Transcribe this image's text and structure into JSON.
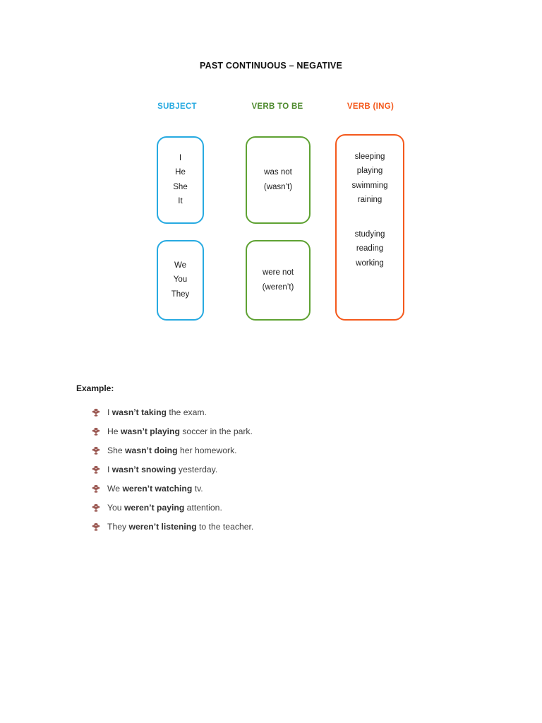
{
  "document": {
    "title": "PAST CONTINUOUS – NEGATIVE"
  },
  "columns": {
    "subject": {
      "label": "SUBJECT",
      "color": "#27AAE1"
    },
    "verb_to_be": {
      "label": "VERB TO BE",
      "color": "#4E8A2E"
    },
    "verb_ing": {
      "label": "VERB (ING)",
      "color": "#F4591C"
    }
  },
  "boxes": {
    "subject_singular": {
      "border_color": "#27AAE1",
      "items": [
        "I",
        "He",
        "She",
        "It"
      ]
    },
    "subject_plural": {
      "border_color": "#27AAE1",
      "items": [
        "We",
        "You",
        "They"
      ]
    },
    "verb_singular": {
      "border_color": "#5FA233",
      "items": [
        "was not",
        "(wasn’t)"
      ]
    },
    "verb_plural": {
      "border_color": "#5FA233",
      "items": [
        "were not",
        "(weren’t)"
      ]
    },
    "verb_ing": {
      "border_color": "#F4591C",
      "group_one": [
        "sleeping",
        "playing",
        "swimming",
        "raining"
      ],
      "group_two": [
        "studying",
        "reading",
        "working"
      ]
    }
  },
  "example": {
    "label": "Example:",
    "bullet_icon": "floral-ornament-icon",
    "bullet_color": "#9C5A54",
    "items": [
      {
        "pre": "I ",
        "bold": "wasn’t taking",
        "post": " the exam."
      },
      {
        "pre": "He ",
        "bold": "wasn’t playing",
        "post": " soccer in the park."
      },
      {
        "pre": "She ",
        "bold": "wasn’t doing",
        "post": " her homework."
      },
      {
        "pre": "I ",
        "bold": "wasn’t snowing",
        "post": " yesterday."
      },
      {
        "pre": "We ",
        "bold": "weren’t watching",
        "post": " tv."
      },
      {
        "pre": "You ",
        "bold": "weren’t paying",
        "post": " attention."
      },
      {
        "pre": "They ",
        "bold": "weren’t listening",
        "post": " to the teacher."
      }
    ]
  }
}
